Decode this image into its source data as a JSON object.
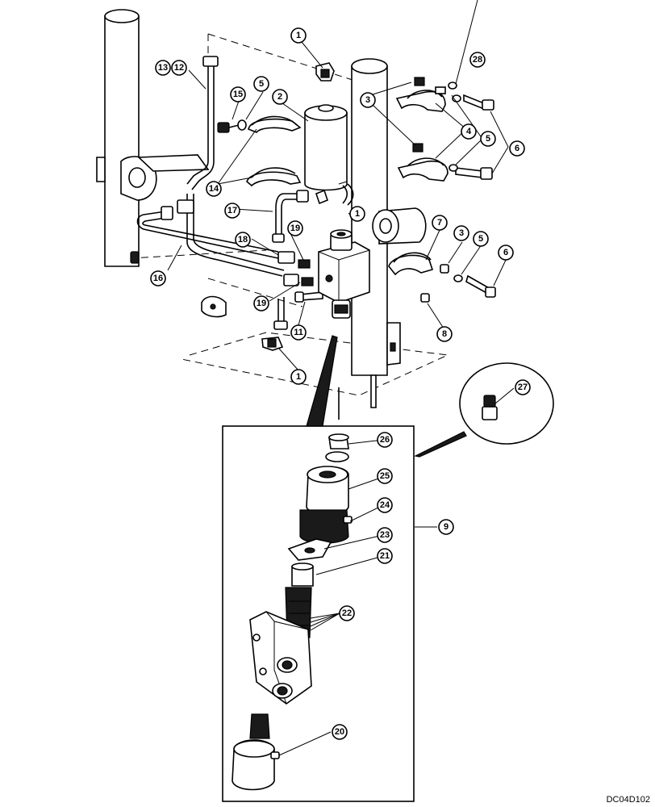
{
  "drawing_code": "DC04D102",
  "callouts": [
    "1",
    "2",
    "3",
    "4",
    "5",
    "6",
    "7",
    "8",
    "9",
    "11",
    "12",
    "13",
    "14",
    "15",
    "16",
    "17",
    "18",
    "19",
    "20",
    "21",
    "22",
    "23",
    "24",
    "25",
    "26",
    "27",
    "28"
  ]
}
